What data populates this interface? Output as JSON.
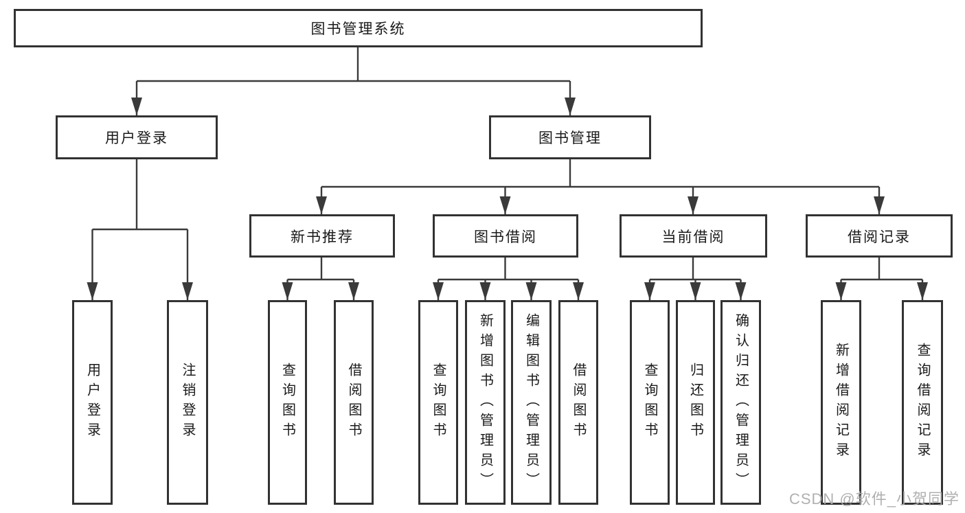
{
  "diagram": {
    "root": {
      "label": "图书管理系统"
    },
    "branches": [
      {
        "label": "用户登录",
        "children": [
          {
            "label": "用户登录"
          },
          {
            "label": "注销登录"
          }
        ]
      },
      {
        "label": "图书管理",
        "children": [
          {
            "label": "新书推荐",
            "children": [
              {
                "label": "查询图书"
              },
              {
                "label": "借阅图书"
              }
            ]
          },
          {
            "label": "图书借阅",
            "children": [
              {
                "label": "查询图书"
              },
              {
                "label": "新增图书（管理员）"
              },
              {
                "label": "编辑图书（管理员）"
              },
              {
                "label": "借阅图书"
              }
            ]
          },
          {
            "label": "当前借阅",
            "children": [
              {
                "label": "查询图书"
              },
              {
                "label": "归还图书"
              },
              {
                "label": "确认归还（管理员）"
              }
            ]
          },
          {
            "label": "借阅记录",
            "children": [
              {
                "label": "新增借阅记录"
              },
              {
                "label": "查询借阅记录"
              }
            ]
          }
        ]
      }
    ]
  },
  "watermark": {
    "text": "CSDN @软件_小贺同学"
  },
  "colors": {
    "line": "#3a3a3a",
    "border": "#323232",
    "text": "#1a1a1a",
    "watermark": "#acacac",
    "background": "#ffffff"
  }
}
